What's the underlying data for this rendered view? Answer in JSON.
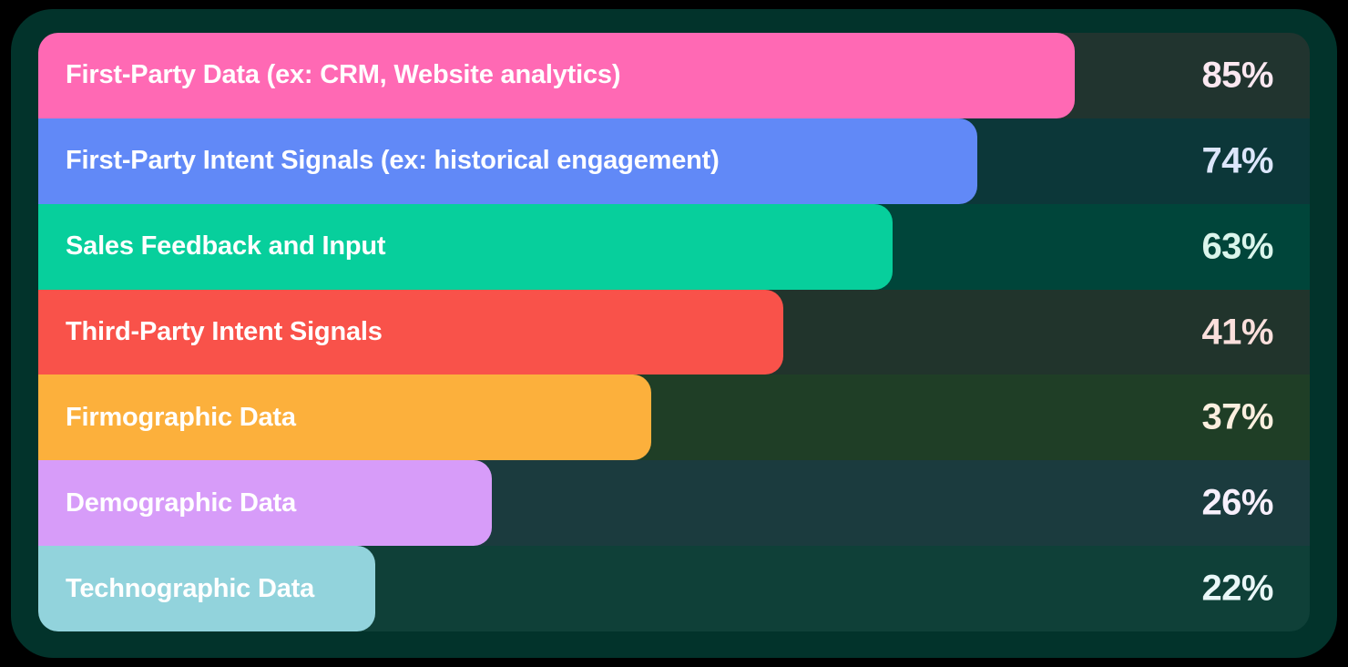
{
  "chart_data": {
    "type": "bar",
    "orientation": "horizontal",
    "title": "",
    "subtitle": "",
    "xlabel": "",
    "ylabel": "",
    "xlim": [
      0,
      100
    ],
    "grid": false,
    "legend": "none",
    "value_suffix": "%",
    "categories": [
      "First-Party Data (ex: CRM, Website analytics)",
      "First-Party Intent Signals (ex: historical engagement)",
      "Sales Feedback and Input",
      "Third-Party Intent Signals",
      "Firmographic Data",
      "Demographic Data",
      "Technographic Data"
    ],
    "values": [
      85,
      74,
      63,
      41,
      37,
      26,
      22
    ],
    "value_labels": [
      "85%",
      "74%",
      "63%",
      "41%",
      "37%",
      "26%",
      "22%"
    ],
    "bar_colors": [
      "#FF69B4",
      "#6189F7",
      "#07CF9C",
      "#F9524A",
      "#FCB03C",
      "#D79CF9",
      "#92D3DC"
    ],
    "track_colors": [
      "#21342F",
      "#0C3739",
      "#00453A",
      "#21342C",
      "#1F3E26",
      "#1B3B3E",
      "#0F4038"
    ],
    "value_colors": [
      "#FBE8F1",
      "#DCE6FB",
      "#DBF5EC",
      "#FADFDC",
      "#FBEFDF",
      "#F8F0FC",
      "#EAF7F8"
    ],
    "bar_pixel_ends": [
      1180,
      1073,
      980,
      860,
      715,
      540,
      412
    ]
  },
  "figure": {
    "background_color": "#000000",
    "card_color": "#02332B",
    "label_text_color": "#FFFFFF"
  }
}
